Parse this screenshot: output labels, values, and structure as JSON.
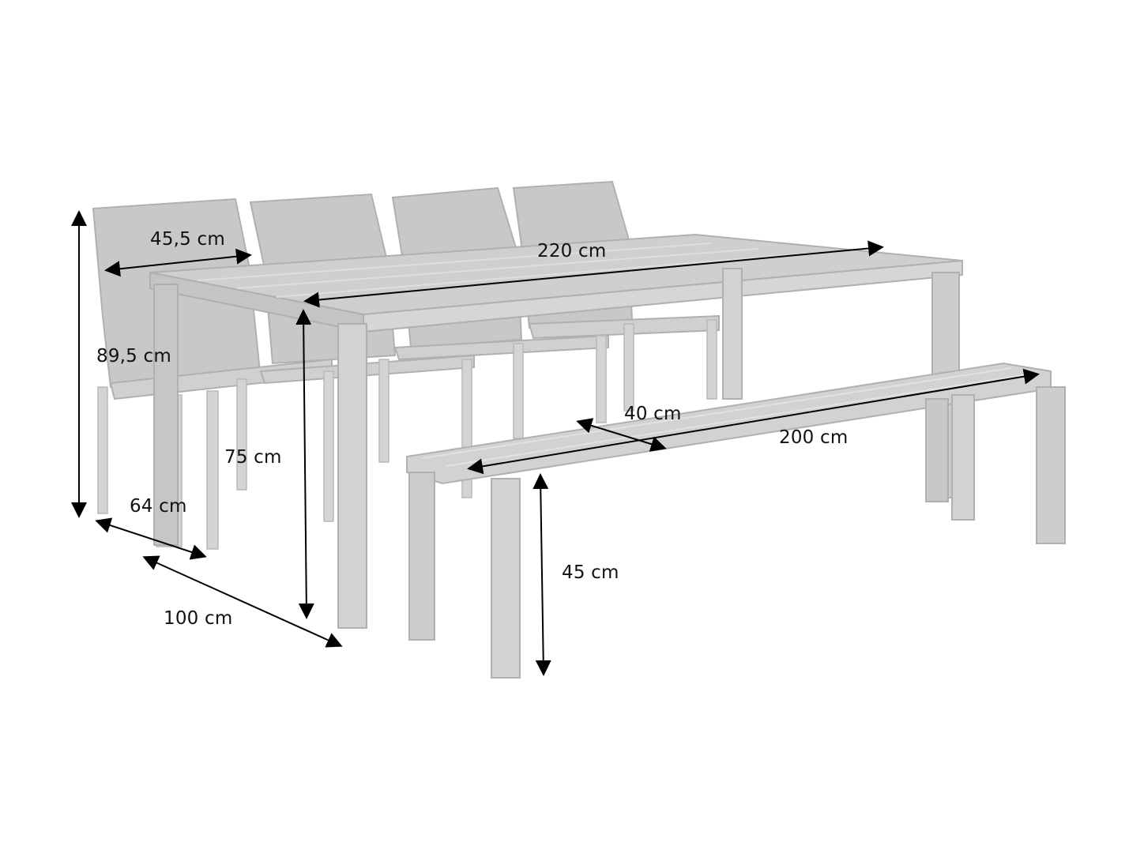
{
  "diagram": {
    "subject": "Garden dining set: table, 4 chairs, bench",
    "colors": {
      "furniture": "#c6c6c6",
      "furniture_dark": "#b3b3b3",
      "furniture_light": "#dadada",
      "arrow": "#000000",
      "background": "#ffffff"
    },
    "dimensions": {
      "chair_width": "45,5 cm",
      "chair_height": "89,5 cm",
      "chair_depth": "64 cm",
      "table_length": "220 cm",
      "table_height": "75 cm",
      "table_depth": "100 cm",
      "bench_length": "200 cm",
      "bench_depth": "40 cm",
      "bench_height": "45 cm"
    }
  }
}
